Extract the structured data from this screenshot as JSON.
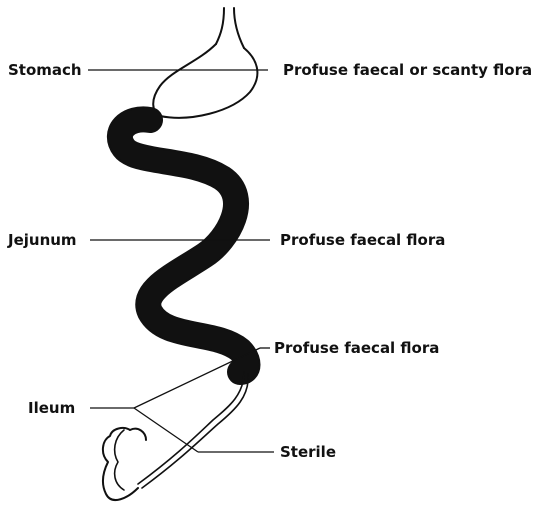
{
  "labels": {
    "stomach": "Stomach",
    "jejunum": "Jejunum",
    "ileum": "Ileum",
    "stomach_flora": "Profuse faecal or scanty flora",
    "jejunum_flora": "Profuse faecal flora",
    "loop_flora": "Profuse faecal flora",
    "sterile": "Sterile"
  },
  "colors": {
    "ink": "#111111",
    "background": "#ffffff"
  }
}
